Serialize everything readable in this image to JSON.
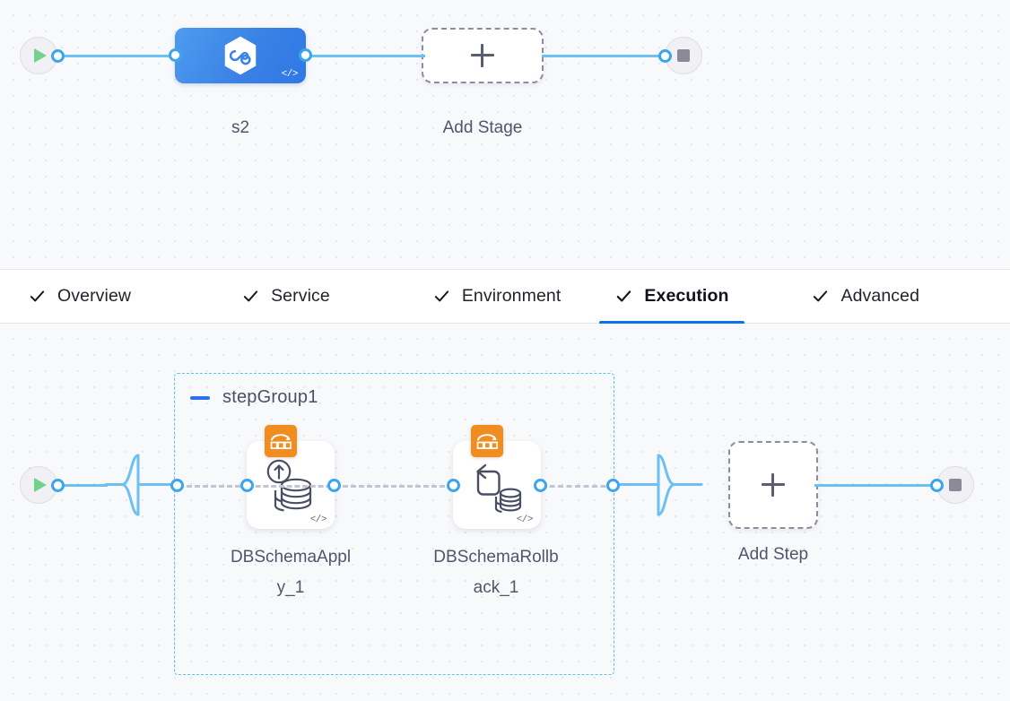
{
  "stage_canvas": {
    "start_node": {
      "name": "pipeline-start",
      "icon": "play-icon"
    },
    "end_node": {
      "name": "pipeline-end",
      "icon": "stop-icon"
    },
    "stage": {
      "label": "s2",
      "icon": "hexagon-link-icon",
      "code_glyph": "</>"
    },
    "add_stage": {
      "label": "Add Stage",
      "icon": "plus-icon"
    }
  },
  "tabs": {
    "items": [
      {
        "label": "Overview",
        "checked": true,
        "active": false
      },
      {
        "label": "Service",
        "checked": true,
        "active": false
      },
      {
        "label": "Environment",
        "checked": true,
        "active": false
      },
      {
        "label": "Execution",
        "checked": true,
        "active": true
      },
      {
        "label": "Advanced",
        "checked": true,
        "active": false
      }
    ],
    "active_underline_color": "#0b72e7"
  },
  "execution_canvas": {
    "start_node": {
      "name": "execution-start",
      "icon": "play-icon"
    },
    "end_node": {
      "name": "execution-end",
      "icon": "stop-icon"
    },
    "step_group": {
      "title": "stepGroup1",
      "collapse_icon": "minus-icon",
      "border_color": "#5bc4e6"
    },
    "steps": [
      {
        "label": "DBSchemaApply_1",
        "display_label": "DBSchemaAppl\ny_1",
        "badge_icon": "db-migration-badge-icon",
        "badge_color": "#f08c20",
        "art_icon": "database-apply-icon",
        "code_glyph": "</>"
      },
      {
        "label": "DBSchemaRollback_1",
        "display_label": "DBSchemaRollb\nack_1",
        "badge_icon": "db-migration-badge-icon",
        "badge_color": "#f08c20",
        "art_icon": "database-rollback-icon",
        "code_glyph": "</>"
      }
    ],
    "add_step": {
      "label": "Add Step",
      "icon": "plus-icon"
    }
  },
  "colors": {
    "edge": "#6cc0f2",
    "port_ring": "#3ba5ef",
    "stage_blue": "#3a82e6",
    "canvas_bg": "#f8f9fb",
    "grid_dot": "#e4e6ed"
  }
}
